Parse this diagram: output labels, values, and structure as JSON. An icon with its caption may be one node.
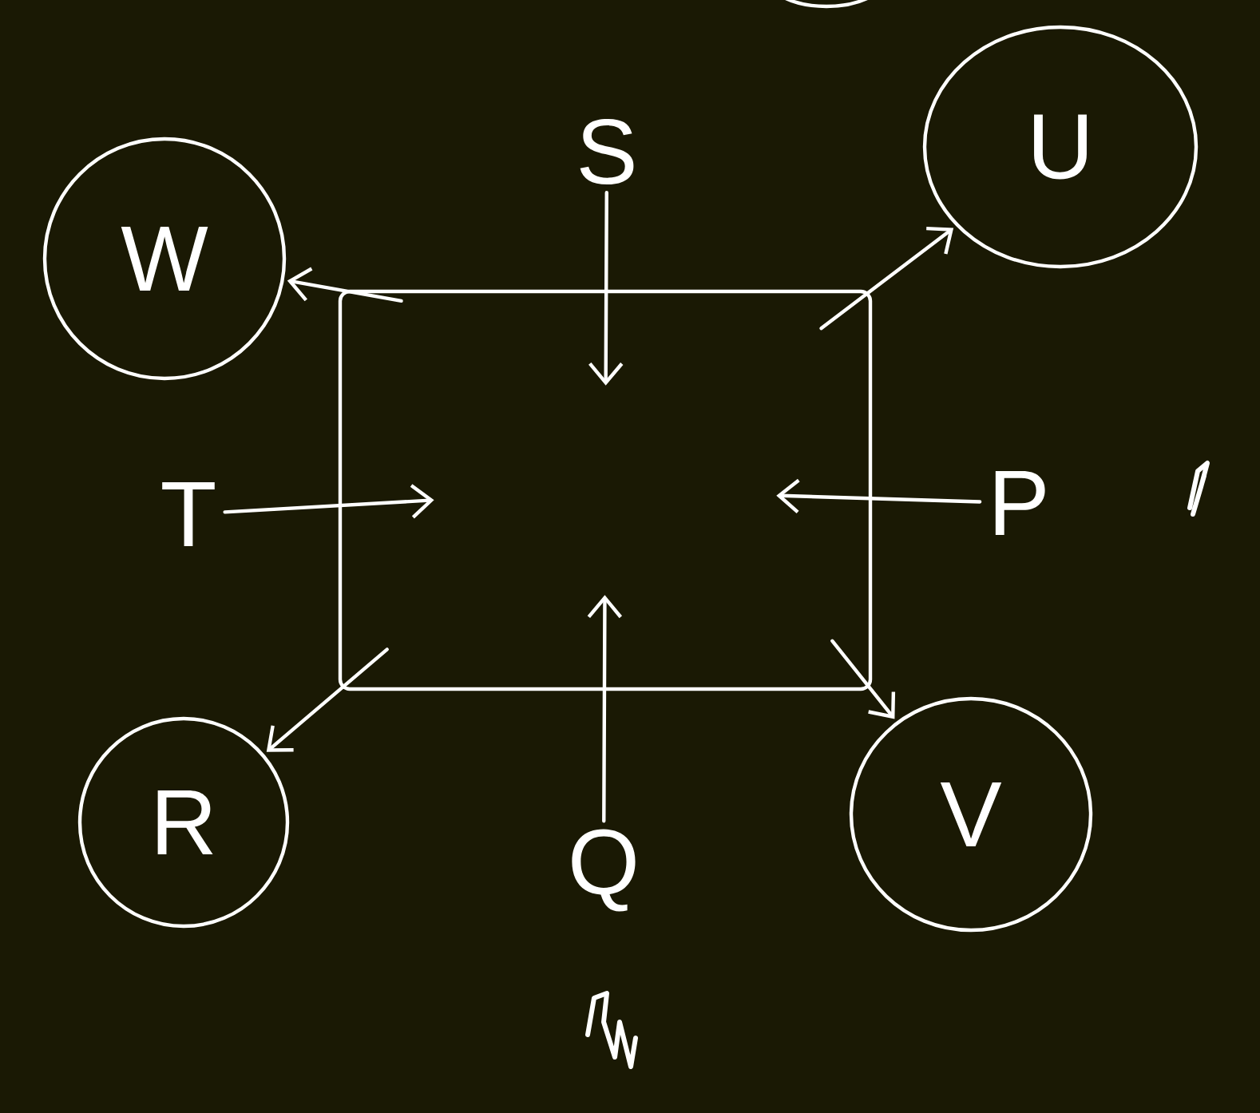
{
  "diagram": {
    "nodes": [
      {
        "text": [],
        "shape": "box"
      },
      {
        "text": [
          "S"
        ]
      },
      {
        "text": [
          "T"
        ]
      },
      {
        "text": [
          "P"
        ]
      },
      {
        "text": [
          "Q"
        ]
      },
      {
        "text": [
          "W"
        ]
      },
      {
        "text": [
          "U"
        ]
      },
      {
        "text": [
          "R"
        ]
      },
      {
        "text": [
          "V"
        ]
      }
    ],
    "edges": [
      {
        "from": 1,
        "to": 0,
        "arrow": "to"
      },
      {
        "from": 2,
        "to": 0,
        "arrow": "to"
      },
      {
        "from": 3,
        "to": 0,
        "arrow": "to"
      },
      {
        "from": 4,
        "to": 0,
        "arrow": "to"
      },
      {
        "from": 0,
        "to": 5,
        "arrow": "to"
      },
      {
        "from": 0,
        "to": 6,
        "arrow": "to"
      },
      {
        "from": 0,
        "to": 7,
        "arrow": "to"
      },
      {
        "from": 0,
        "to": 8,
        "arrow": "to"
      }
    ]
  }
}
